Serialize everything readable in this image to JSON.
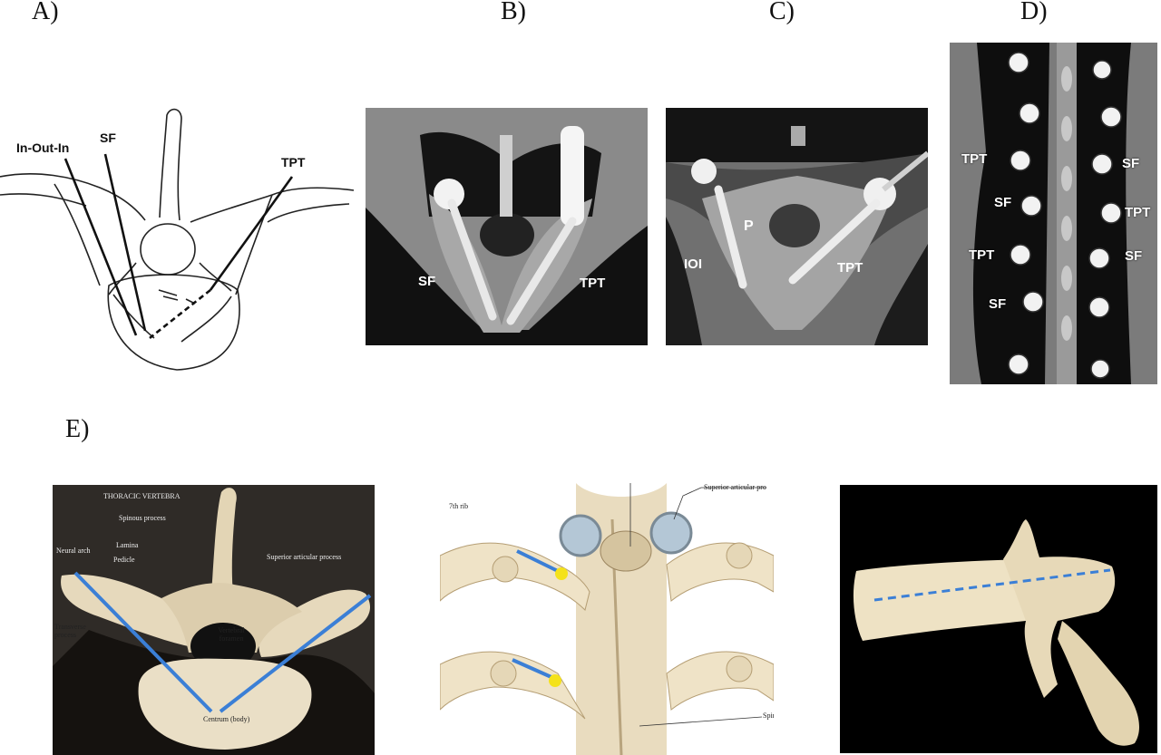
{
  "panels": {
    "a": {
      "letter": "A)",
      "labels": {
        "in_out_in": "In-Out-In",
        "sf": "SF",
        "tpt": "TPT"
      }
    },
    "b": {
      "letter": "B)",
      "labels": {
        "sf": "SF",
        "tpt": "TPT"
      }
    },
    "c": {
      "letter": "C)",
      "labels": {
        "ioi": "IOI",
        "p": "P",
        "tpt": "TPT"
      }
    },
    "d": {
      "letter": "D)",
      "labels": {
        "tpt_1": "TPT",
        "sf_1": "SF",
        "sf_2": "SF",
        "tpt_2": "TPT",
        "tpt_3": "TPT",
        "sf_3": "SF",
        "sf_4": "SF"
      }
    },
    "e": {
      "letter": "E)",
      "photo_labels": {
        "title": "THORACIC VERTEBRA",
        "spinous": "Spinous process",
        "lamina": "Lamina",
        "neural_arch": "Neural arch",
        "pedicle": "Pedicle",
        "superior_articular": "Superior articular process",
        "transverse": "Transverse process",
        "vertebral_foramen": "Vertebral foramen",
        "centrum": "Centrum (body)"
      },
      "atlas_labels": {
        "rib": "7th rib",
        "superior_articular": "Superior articular pro",
        "spin": "Spin"
      }
    }
  },
  "colors": {
    "trajectory_blue": "#3b7fd6",
    "entry_yellow": "#f4e21a",
    "ct_background": "#0b0b0b",
    "bone": "#e8dcc0"
  }
}
